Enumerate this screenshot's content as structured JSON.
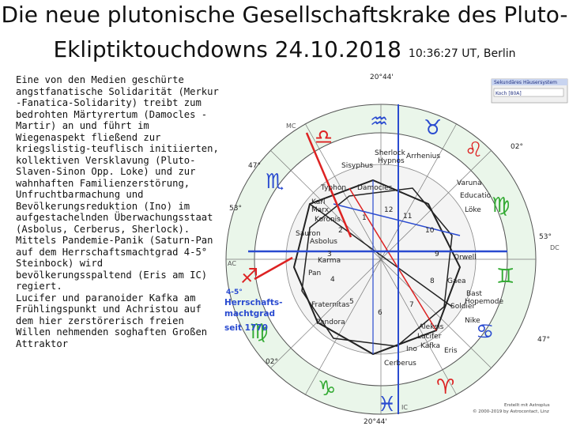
{
  "title": {
    "line1": "Die neue plutonische Gesellschaftskrake des Pluto-",
    "line2": "Ekliptiktouchdowns 24.10.2018",
    "time": "10:36:27 UT, Berlin"
  },
  "body": {
    "para1": "Eine von den Medien geschürte angstfanatische Solidarität (Merkur -Fanatica-Solidarity) treibt zum bedrohten Märtyrertum (Damocles -Martir) an und führt im Wiegenaspekt fließend zur kriegslistig-teuflisch initiierten, kollektiven Versklavung (Pluto-Slaven-Sinon Opp. Loke) und zur wahnhaften Familienzerstörung, Unfruchtbarmachung und Bevölkerungsreduktion (Ino) im aufgestachelnden Überwachungsstaat (Asbolus, Cerberus, Sherlock).",
    "para2": "Mittels Pandemie-Panik (Saturn-Pan auf dem Herrschaftsmachtgrad 4-5° Steinbock) wird bevölkerungsspaltend (Eris am IC) regiert.",
    "para3": "Lucifer und paranoider Kafka am Frühlingspunkt und Achristou auf dem hier zerstörerisch freien Willen nehmenden soghaften Großen Attraktor"
  },
  "chart": {
    "panel_title": "Sekundäres Häusersystem",
    "panel_select": "Koch [80A]",
    "degrees": {
      "top": "20°44'",
      "upper_left": "47°",
      "left_upper": "53°",
      "left_lower": "4-5°",
      "bottom_left": "02°",
      "bottom": "20°44'",
      "right_upper": "02°",
      "right_mid": "53°",
      "right_lower": "47°"
    },
    "axis_labels": {
      "mc": "MC",
      "ac": "AC",
      "dc": "DC",
      "ic": "IC"
    },
    "annotation": {
      "line1": "Herrschafts-",
      "line2": "machtgrad",
      "line3": "seit 1770"
    },
    "bodies": [
      "Sherlock",
      "Hypnos",
      "Sisyphus",
      "Arrhenius",
      "Typhon",
      "Damocles",
      "Varuna",
      "Educatio",
      "Karl",
      "Marx",
      "Koronis",
      "Sauron",
      "Asbolus",
      "Karma",
      "Orwell",
      "Pan",
      "Gaea",
      "Bast",
      "Hopemode",
      "Fraternitas",
      "Pandora",
      "Soldier",
      "Aleksis",
      "Lucifer",
      "Kafka",
      "Ino",
      "Eris",
      "Nike",
      "Cerberus",
      "Löke"
    ],
    "houses": [
      "1",
      "2",
      "3",
      "4",
      "5",
      "6",
      "7",
      "8",
      "9",
      "10",
      "11",
      "12"
    ],
    "footer_line1": "Erstellt mit Astroplus",
    "footer_line2": "© 2000-2019 by Astrocontact, Linz"
  }
}
